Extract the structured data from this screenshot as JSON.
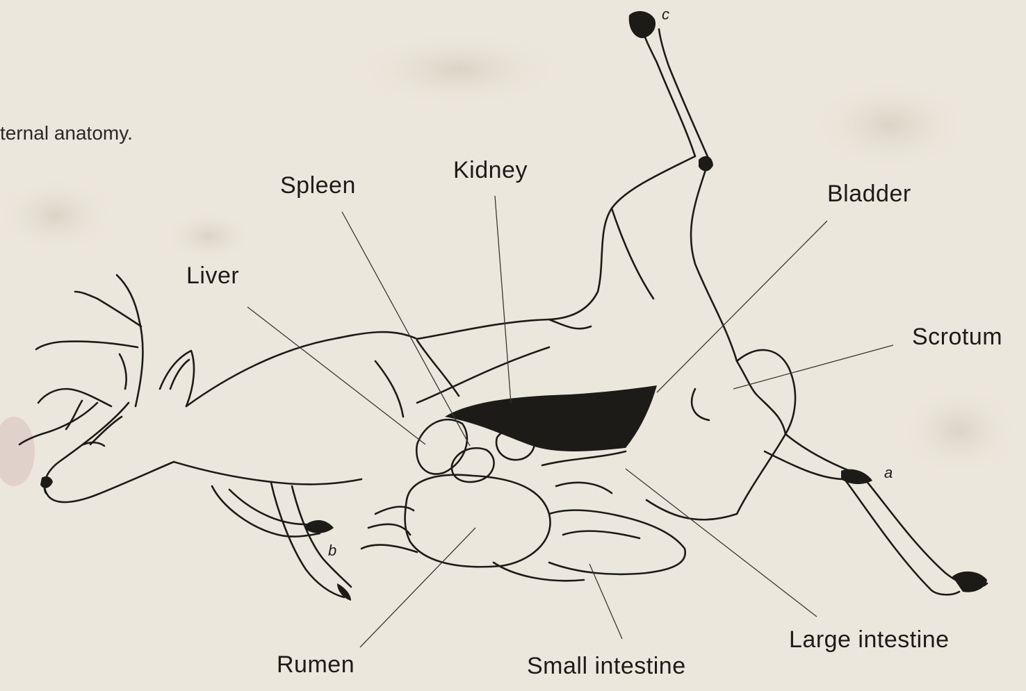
{
  "caption": "ternal anatomy.",
  "labels": {
    "spleen": "Spleen",
    "kidney": "Kidney",
    "liver": "Liver",
    "bladder": "Bladder",
    "scrotum": "Scrotum",
    "rumen": "Rumen",
    "small_intestine": "Small intestine",
    "large_intestine": "Large intestine",
    "marker_a": "a",
    "marker_b": "b",
    "marker_c": "c"
  },
  "colors": {
    "paper": "#ece7dc",
    "ink": "#1d1b18"
  }
}
